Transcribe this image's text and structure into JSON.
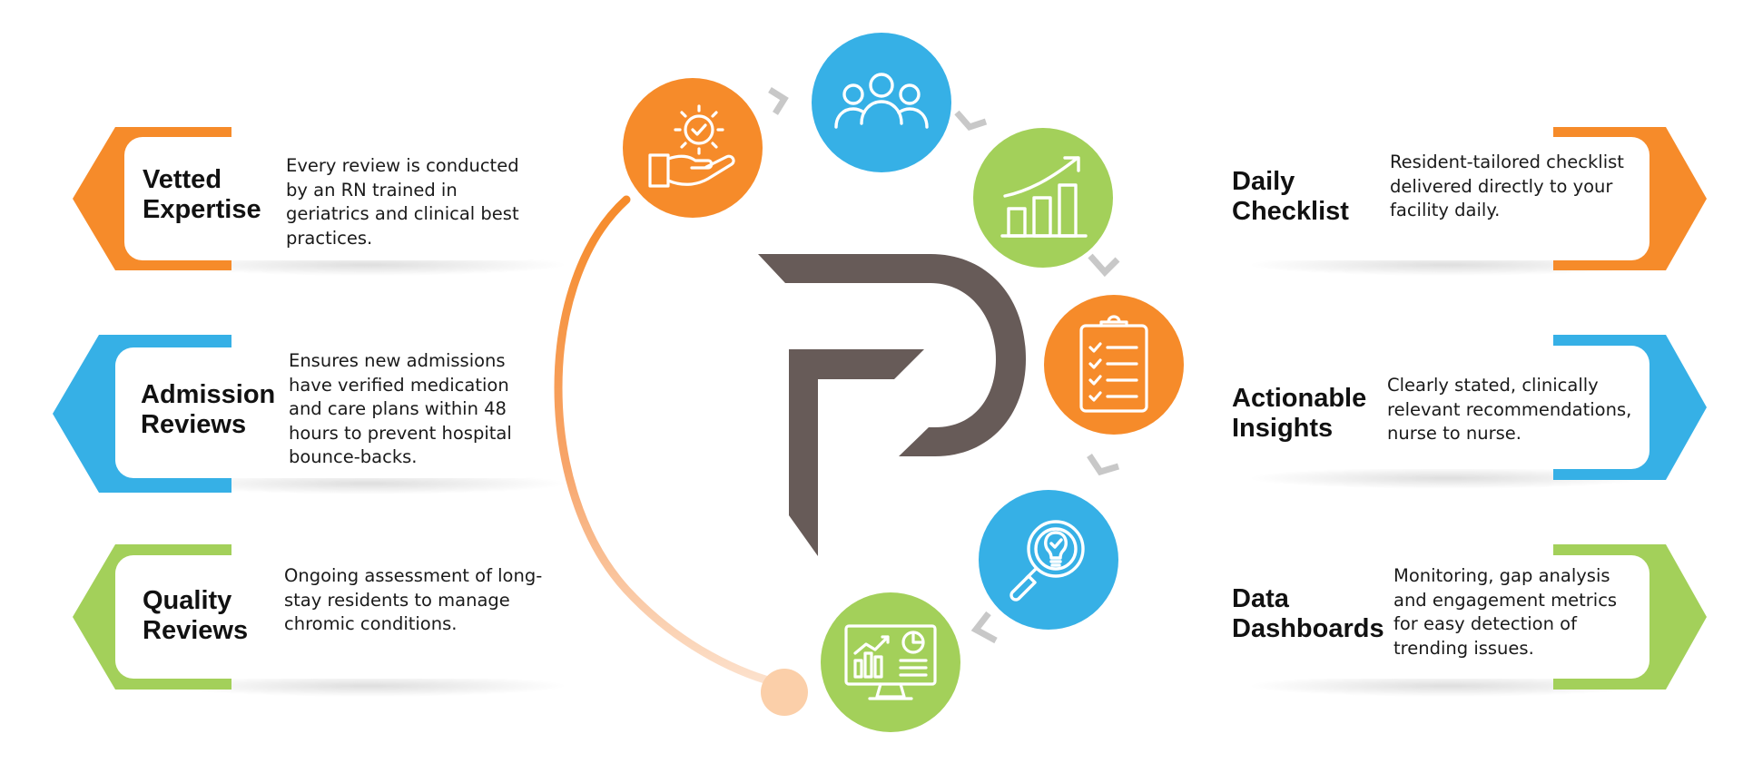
{
  "left_features": [
    {
      "title": "Vetted\nExpertise",
      "description": "Every review is conducted by an RN trained in geriatrics and clinical best practices.",
      "color": "#F68B2A",
      "icon": "hexagon-tab"
    },
    {
      "title": "Admission\nReviews",
      "description": "Ensures new admissions have verified medication and care plans within 48 hours to prevent hospital bounce-backs.",
      "color": "#36B0E6",
      "icon": "hexagon-tab"
    },
    {
      "title": "Quality\nReviews",
      "description": "Ongoing assessment of long-stay residents to manage chromic conditions.",
      "color": "#A3D05A",
      "icon": "hexagon-tab"
    }
  ],
  "right_features": [
    {
      "title": "Daily\nChecklist",
      "description": "Resident-tailored checklist delivered directly to your facility daily.",
      "color": "#F68B2A",
      "icon": "hexagon-tab"
    },
    {
      "title": "Actionable\nInsights",
      "description": "Clearly stated, clinically relevant recommendations, nurse to nurse.",
      "color": "#36B0E6",
      "icon": "hexagon-tab"
    },
    {
      "title": "Data\nDashboards",
      "description": "Monitoring, gap analysis and engagement metrics for easy detection of trending issues.",
      "color": "#A3D05A",
      "icon": "hexagon-tab"
    }
  ],
  "cycle_icons": [
    {
      "name": "hand-gear-check-icon",
      "color": "#F68B2A"
    },
    {
      "name": "team-icon",
      "color": "#36B0E6"
    },
    {
      "name": "growth-chart-icon",
      "color": "#A3D05A"
    },
    {
      "name": "clipboard-checklist-icon",
      "color": "#F68B2A"
    },
    {
      "name": "magnifier-lightbulb-icon",
      "color": "#36B0E6"
    },
    {
      "name": "monitor-dashboard-icon",
      "color": "#A3D05A"
    }
  ],
  "logo": {
    "icon": "brand-logo-letter-p",
    "color": "#675B58"
  },
  "colors": {
    "orange": "#F68B2A",
    "blue": "#36B0E6",
    "green": "#A3D05A",
    "chevron": "#C8C8C8",
    "text": "#1a1a1a"
  }
}
